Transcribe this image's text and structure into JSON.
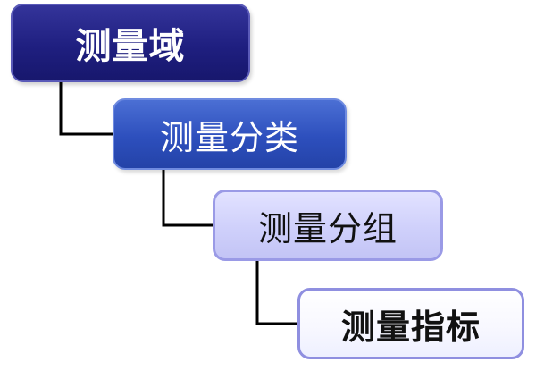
{
  "hierarchy": [
    {
      "id": "domain",
      "label": "测量域"
    },
    {
      "id": "category",
      "label": "测量分类"
    },
    {
      "id": "group",
      "label": "测量分组"
    },
    {
      "id": "metric",
      "label": "测量指标"
    }
  ],
  "colors": {
    "level1": "#1f1f80",
    "level2": "#2d4fbd",
    "level3": "#cfd0fb",
    "level4": "#ffffff",
    "connector": "#000000"
  }
}
